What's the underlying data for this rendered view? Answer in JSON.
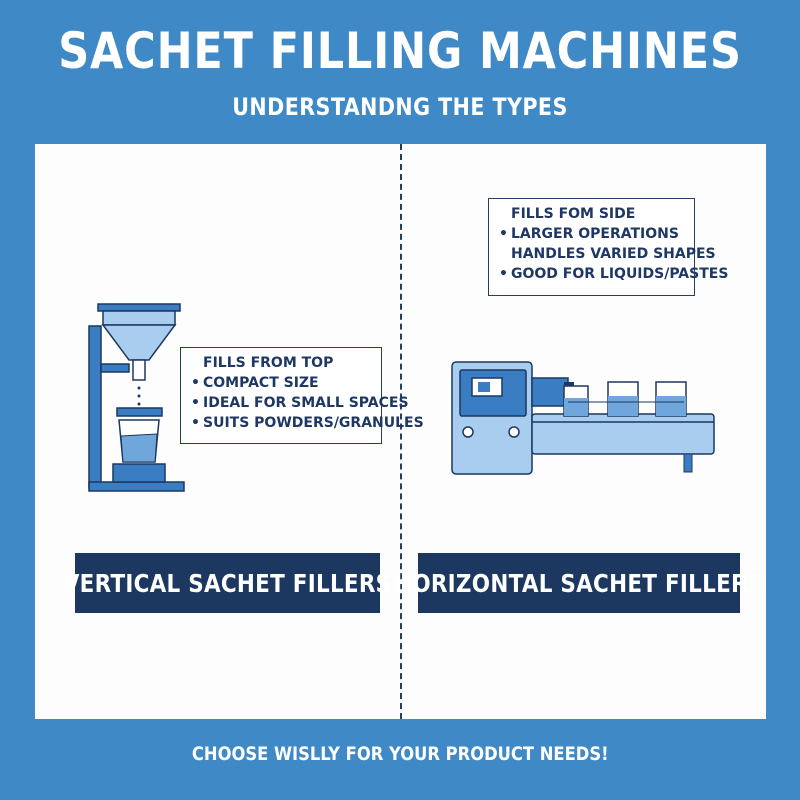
{
  "title": "SACHET FILLING MACHINES",
  "subtitle": "UNDERSTANDNG THE TYPES",
  "vertical": {
    "label": "VERTICAL SACHET FILLERS",
    "lines": [
      {
        "bullet": "",
        "text": "FILLS FROM TOP"
      },
      {
        "bullet": "•",
        "text": "COMPACT SIZE"
      },
      {
        "bullet": "•",
        "text": "IDEAL FOR SMALL SPACES"
      },
      {
        "bullet": "•",
        "text": "SUITS POWDERS/GRANULES"
      }
    ]
  },
  "horizontal": {
    "label": "HORIZONTAL SACHET FILLERS",
    "lines": [
      {
        "bullet": "",
        "text": "FILLS FOM SIDE"
      },
      {
        "bullet": "•",
        "text": "LARGER OPERATIONS"
      },
      {
        "bullet": "",
        "text": "HANDLES VARIED SHAPES"
      },
      {
        "bullet": "•",
        "text": "GOOD FOR LIQUIDS/PASTES"
      }
    ]
  },
  "footer": "CHOOSE WISLLY FOR YOUR PRODUCT NEEDS!",
  "colors": {
    "background": "#3f8ac6",
    "navy": "#1c3760",
    "machine_blue": "#3b7dc2",
    "light_blue": "#a9cdee"
  }
}
